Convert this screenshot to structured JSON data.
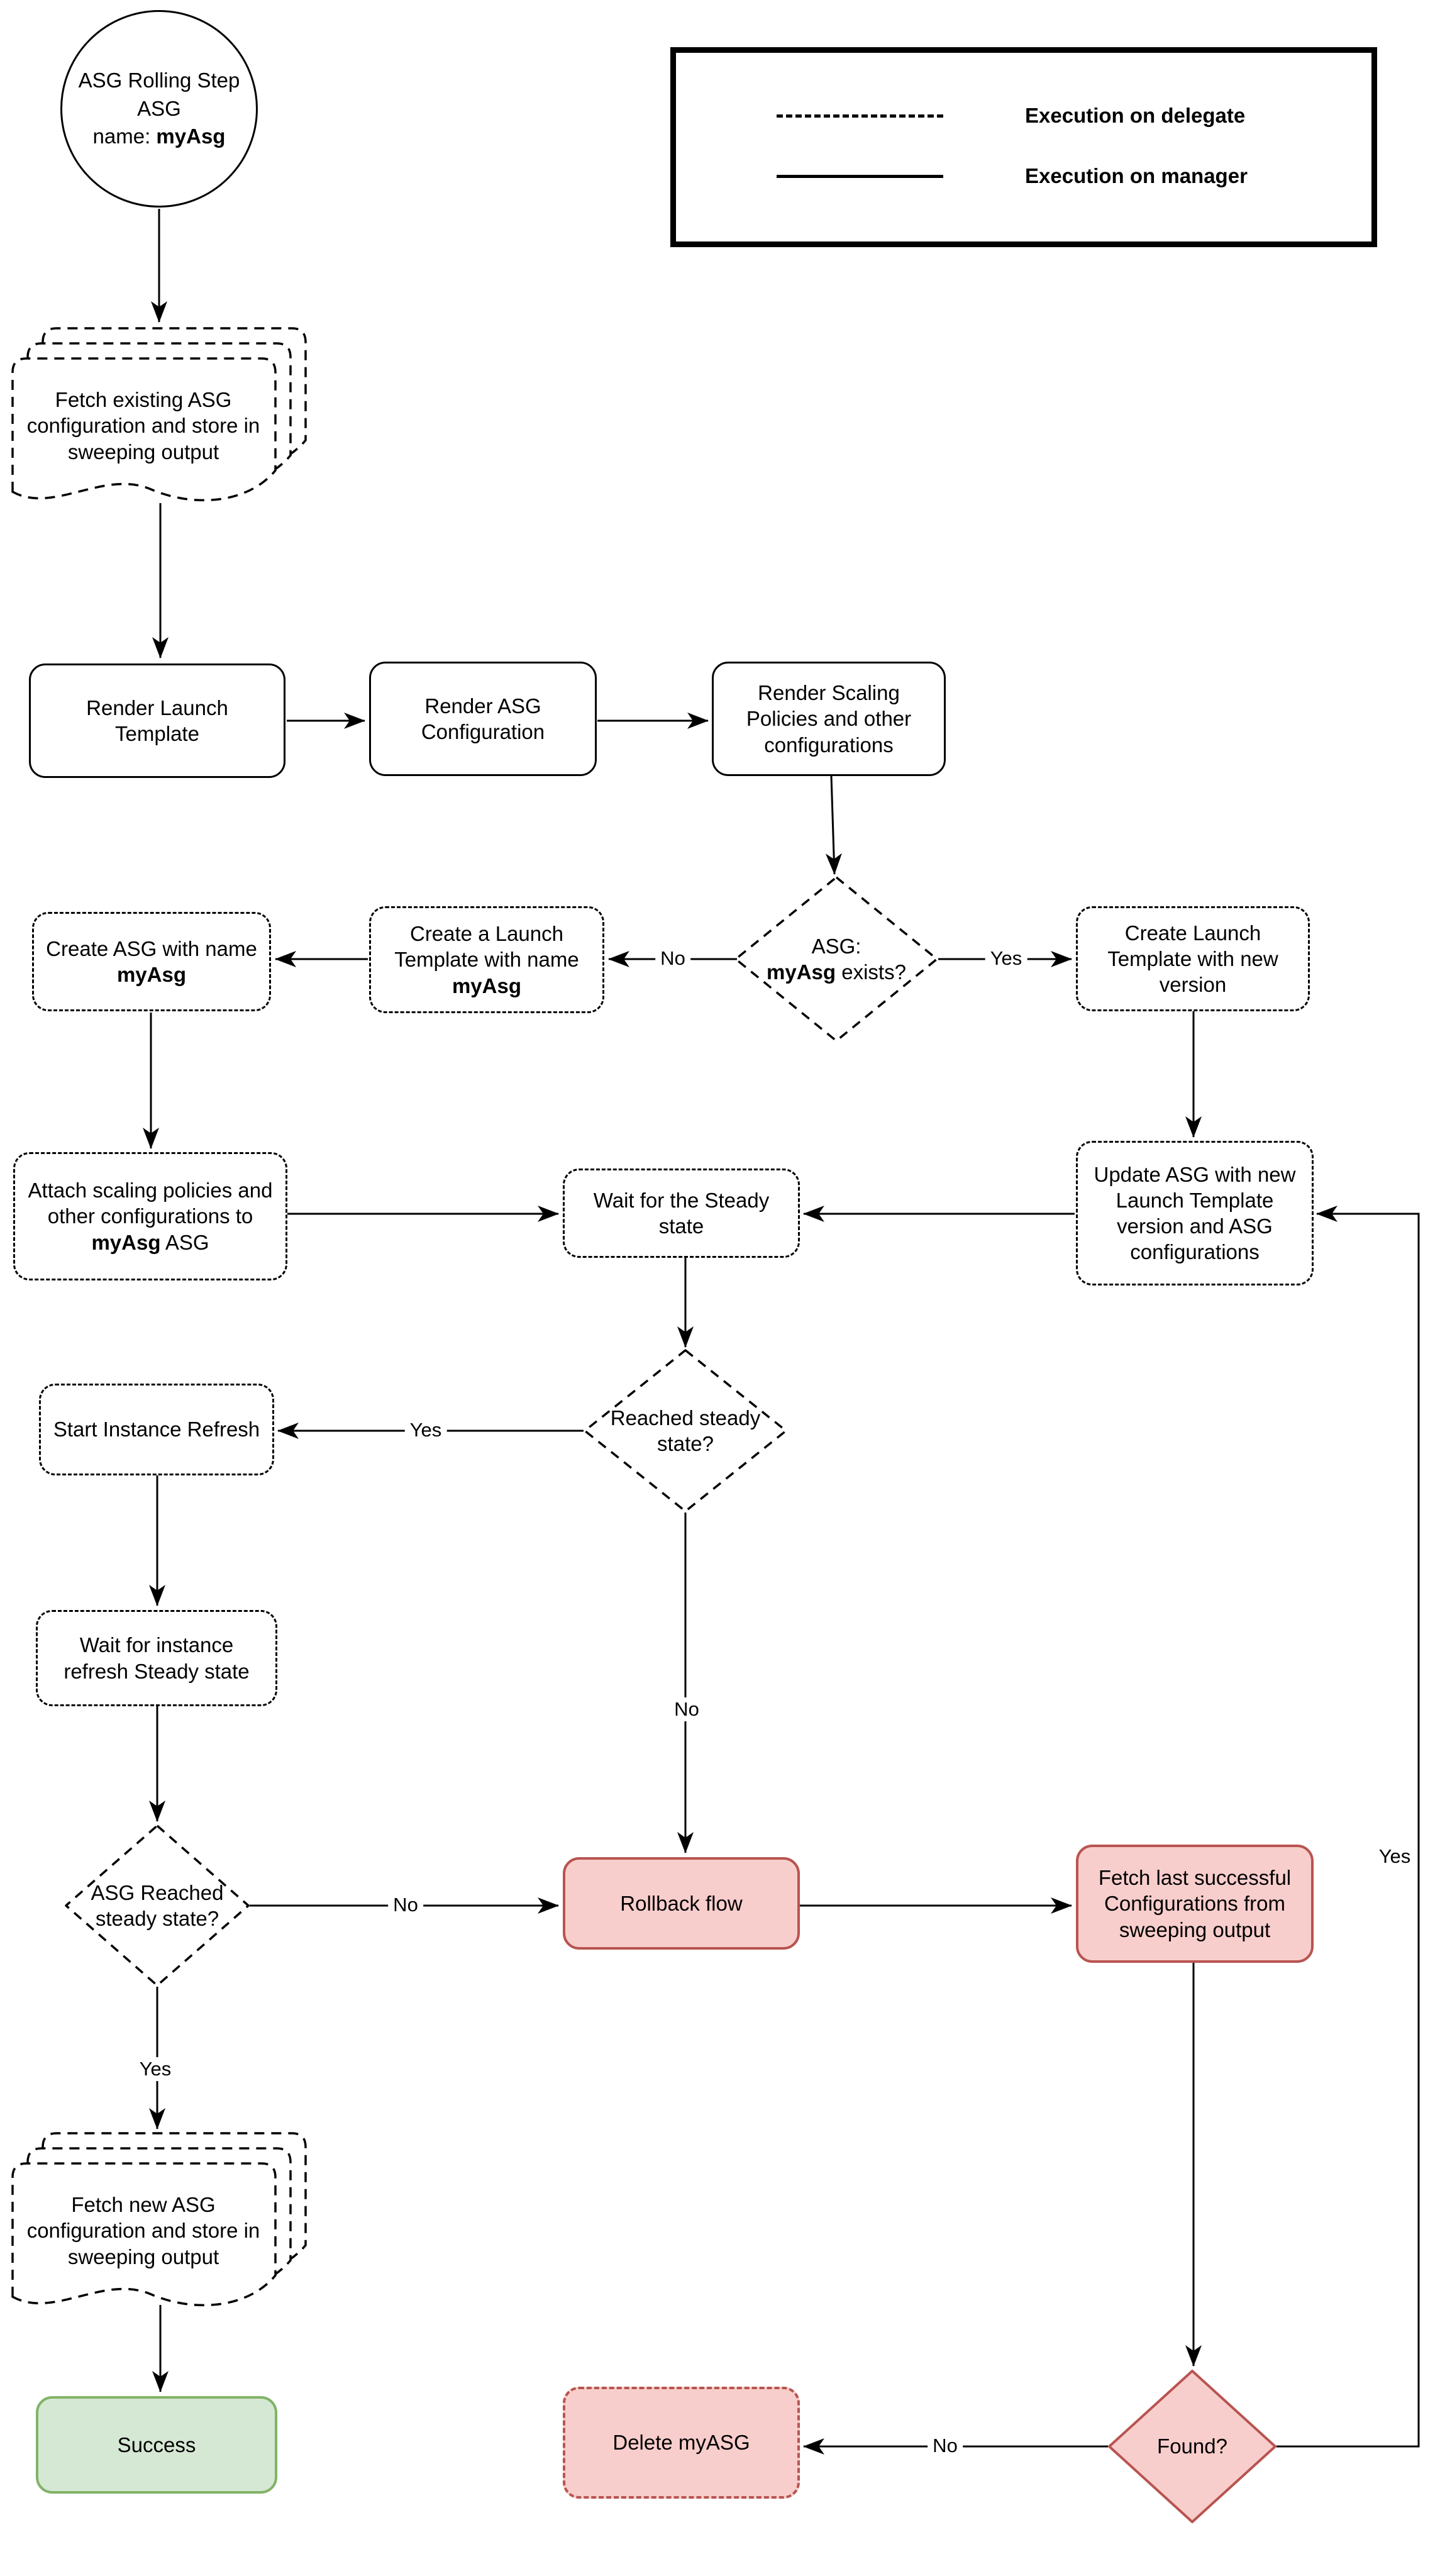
{
  "legend": {
    "delegate_label": "Execution on delegate",
    "manager_label": "Execution on manager"
  },
  "nodes": {
    "start_circle": {
      "line1": "ASG Rolling Step",
      "line2": "ASG",
      "line3_prefix": "name: ",
      "line3_bold": "myAsg"
    },
    "fetch_existing": {
      "label": "Fetch existing ASG configuration and store in sweeping output"
    },
    "render_launch_template": {
      "label": "Render Launch Template"
    },
    "render_asg_configuration": {
      "label": "Render ASG Configuration"
    },
    "render_scaling_policies": {
      "label": "Render Scaling Policies and other configurations"
    },
    "asg_exists_decision": {
      "line1": "ASG:",
      "bold": "myAsg",
      "suffix": " exists?"
    },
    "create_launch_template_named": {
      "prefix": "Create a Launch Template with name ",
      "bold": "myAsg"
    },
    "create_asg_named": {
      "prefix": "Create ASG with name ",
      "bold": "myAsg"
    },
    "create_launch_template_new_version": {
      "label": "Create Launch Template with new version"
    },
    "attach_scaling_policies": {
      "prefix": "Attach scaling policies and other configurations to ",
      "bold": "myAsg",
      "suffix": " ASG"
    },
    "wait_steady_state": {
      "label": "Wait for the Steady state"
    },
    "update_asg": {
      "label": "Update ASG with new Launch Template version and ASG configurations"
    },
    "reached_steady_state_decision": {
      "label": "Reached steady state?"
    },
    "start_instance_refresh": {
      "label": "Start Instance Refresh"
    },
    "wait_instance_refresh": {
      "label": "Wait for instance refresh Steady state"
    },
    "asg_reached_steady_state_decision": {
      "label": "ASG Reached steady state?"
    },
    "rollback_flow": {
      "label": "Rollback flow"
    },
    "fetch_last_successful": {
      "label": "Fetch last successful Configurations from sweeping output"
    },
    "fetch_new_asg": {
      "label": "Fetch new ASG configuration and store in sweeping output"
    },
    "success": {
      "label": "Success"
    },
    "delete_myasg": {
      "label": "Delete myASG"
    },
    "found_decision": {
      "label": "Found?"
    }
  },
  "edge_labels": {
    "asg_exists_no": "No",
    "asg_exists_yes": "Yes",
    "reached_steady_yes": "Yes",
    "reached_steady_no": "No",
    "asg_reached_no": "No",
    "asg_reached_yes": "Yes",
    "found_no": "No",
    "found_yes": "Yes"
  },
  "colors": {
    "danger_fill": "#f8cecc",
    "danger_border": "#b85450",
    "success_fill": "#d5e8d4",
    "success_border": "#82b366",
    "line": "#000000"
  }
}
